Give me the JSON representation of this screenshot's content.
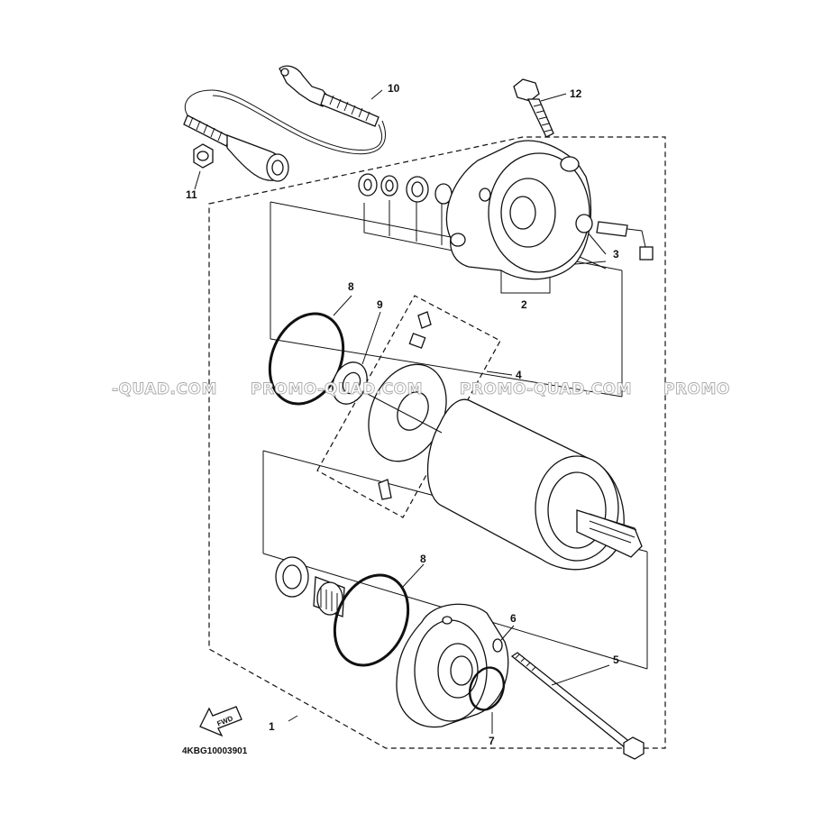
{
  "callouts": {
    "c1": "1",
    "c2": "2",
    "c3": "3",
    "c4": "4",
    "c5": "5",
    "c6": "6",
    "c7": "7",
    "c8a": "8",
    "c8b": "8",
    "c9": "9",
    "c10": "10",
    "c11": "11",
    "c12": "12"
  },
  "fwd_label": "FWD",
  "catalog_code": "4KBG10003901",
  "watermarks": [
    "-QUAD.COM",
    "PROMO-QUAD.COM",
    "PROMO-QUAD.COM",
    "PROMO"
  ],
  "colors": {
    "line": "#111111",
    "watermark": "#a9a9a9",
    "background": "#ffffff"
  }
}
